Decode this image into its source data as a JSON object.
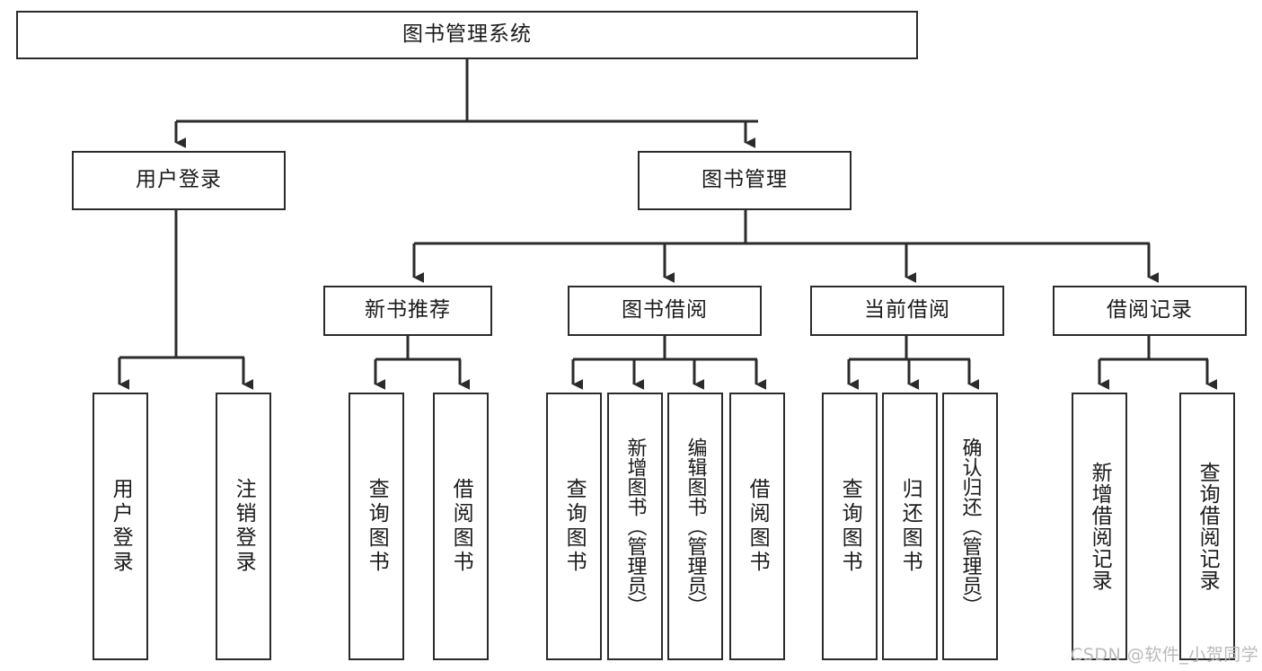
{
  "diagram": {
    "title_node": {
      "label": "图书管理系统"
    },
    "level2": [
      {
        "id": "user-login",
        "label": "用户登录"
      },
      {
        "id": "book-manage",
        "label": "图书管理"
      }
    ],
    "level3": [
      {
        "id": "new-book-recommend",
        "label": "新书推荐"
      },
      {
        "id": "book-borrow",
        "label": "图书借阅"
      },
      {
        "id": "current-borrow",
        "label": "当前借阅"
      },
      {
        "id": "borrow-record",
        "label": "借阅记录"
      }
    ],
    "leaves": {
      "user_login": [
        {
          "id": "leaf-user-login",
          "label": "用户登录"
        },
        {
          "id": "leaf-logout-login",
          "label": "注销登录"
        }
      ],
      "new_book_recommend": [
        {
          "id": "leaf-query-book-1",
          "label": "查询图书"
        },
        {
          "id": "leaf-borrow-book-1",
          "label": "借阅图书"
        }
      ],
      "book_borrow": [
        {
          "id": "leaf-query-book-2",
          "label": "查询图书"
        },
        {
          "id": "leaf-add-book",
          "label": "新增图书（管理员）"
        },
        {
          "id": "leaf-edit-book",
          "label": "编辑图书（管理员）"
        },
        {
          "id": "leaf-borrow-book-2",
          "label": "借阅图书"
        }
      ],
      "current_borrow": [
        {
          "id": "leaf-query-book-3",
          "label": "查询图书"
        },
        {
          "id": "leaf-return-book",
          "label": "归还图书"
        },
        {
          "id": "leaf-confirm-return",
          "label": "确认归还（管理员）"
        }
      ],
      "borrow_record": [
        {
          "id": "leaf-add-record",
          "label": "新增借阅记录"
        },
        {
          "id": "leaf-query-record",
          "label": "查询借阅记录"
        }
      ]
    },
    "watermark": "CSDN @软件_小贺同学",
    "colors": {
      "stroke": "#2b2b2b",
      "background": "#ffffff",
      "text": "#1a1a1a",
      "watermark": "#b9b9b9"
    }
  }
}
